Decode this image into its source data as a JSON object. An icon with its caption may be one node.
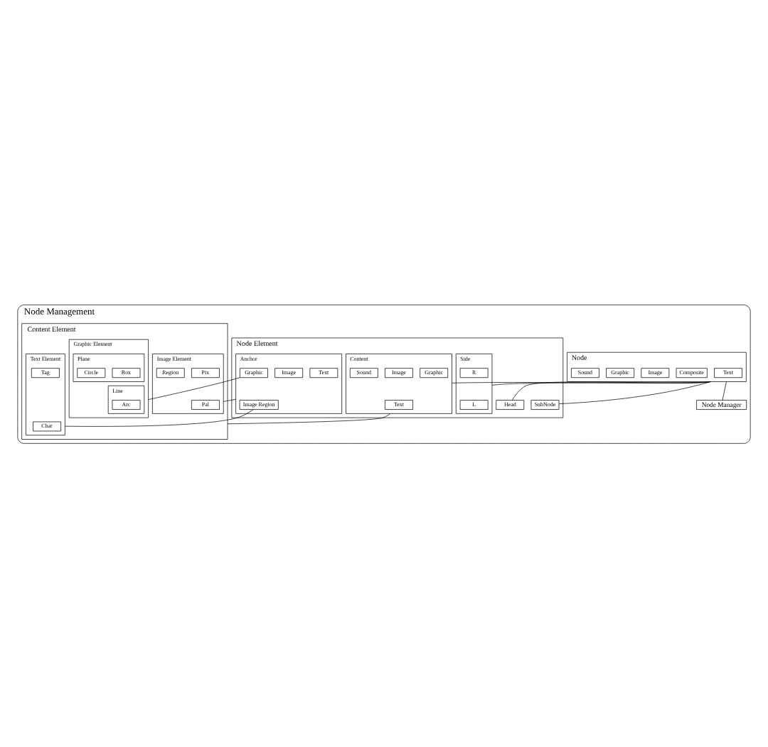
{
  "diagram": {
    "nodes": [
      {
        "text": [
          "Node Management"
        ]
      },
      {
        "text": [
          "Node"
        ],
        "in": 0
      },
      {
        "text": [
          "Text"
        ],
        "in": 1
      },
      {
        "text": [
          "Composite"
        ],
        "in": 1
      },
      {
        "text": [
          "Image"
        ],
        "in": 1
      },
      {
        "text": [
          "Graphic"
        ],
        "in": 1
      },
      {
        "text": [
          "Sound"
        ],
        "in": 1
      },
      {
        "text": [
          "Node Manager"
        ],
        "in": 0
      },
      {
        "text": [
          "Node Element"
        ],
        "in": 0
      },
      {
        "text": [
          "Head"
        ],
        "in": 8
      },
      {
        "text": [
          "Side"
        ],
        "in": 8
      },
      {
        "text": [
          "L"
        ],
        "in": 10
      },
      {
        "text": [
          "R"
        ],
        "in": 10
      },
      {
        "text": [
          "SubNode"
        ],
        "in": 8
      },
      {
        "text": [
          "Content"
        ],
        "in": 8
      },
      {
        "text": [
          "Text"
        ],
        "in": 14
      },
      {
        "text": [
          "Graphic"
        ],
        "in": 14
      },
      {
        "text": [
          "Image"
        ],
        "in": 14
      },
      {
        "text": [
          "Sound"
        ],
        "in": 14
      },
      {
        "text": [
          "Anchor"
        ],
        "in": 8
      },
      {
        "text": [
          "Text"
        ],
        "in": 19
      },
      {
        "text": [
          "Image"
        ],
        "in": 19
      },
      {
        "text": [
          "Image Region"
        ],
        "in": 19
      },
      {
        "text": [
          "Graphic"
        ],
        "in": 19
      },
      {
        "text": [
          "Content Element"
        ],
        "in": 0
      },
      {
        "text": [
          "Text Element"
        ],
        "in": 24
      },
      {
        "text": [
          "Char"
        ],
        "in": 25
      },
      {
        "text": [
          "Tag"
        ],
        "in": 25
      },
      {
        "text": [
          "Image Element"
        ],
        "in": 24
      },
      {
        "text": [
          "Pal"
        ],
        "in": 28
      },
      {
        "text": [
          "Pix"
        ],
        "in": 28
      },
      {
        "text": [
          "Region"
        ],
        "in": 28
      },
      {
        "text": [
          "Graphic Element"
        ],
        "in": 24
      },
      {
        "text": [
          "Line"
        ],
        "in": 32
      },
      {
        "text": [
          "Arc"
        ],
        "in": 33
      },
      {
        "text": [
          "Plane"
        ],
        "in": 32
      },
      {
        "text": [
          "Box"
        ],
        "in": 35
      },
      {
        "text": [
          "Circle"
        ],
        "in": 35
      }
    ],
    "edges": [
      {
        "from": 1,
        "to": 9,
        "arrow": "none"
      },
      {
        "from": 1,
        "to": 10,
        "arrow": "none"
      },
      {
        "from": 1,
        "to": 13,
        "arrow": "none"
      },
      {
        "from": 1,
        "to": 14,
        "arrow": "none"
      },
      {
        "from": 1,
        "to": 7,
        "arrow": "none"
      },
      {
        "from": 22,
        "to": 25,
        "arrow": "none"
      },
      {
        "from": 19,
        "to": 28,
        "arrow": "none"
      },
      {
        "from": 23,
        "to": 32,
        "arrow": "none"
      },
      {
        "from": 14,
        "to": 24,
        "arrow": "none"
      }
    ]
  }
}
